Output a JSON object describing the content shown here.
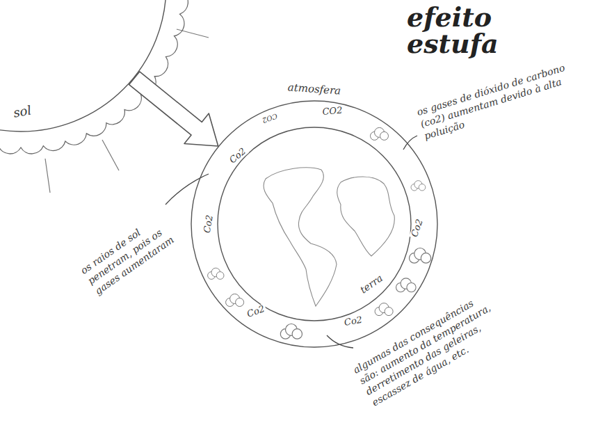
{
  "diagram": {
    "title": "efeito estufa",
    "nodes": [
      {
        "text": [
          "sol"
        ]
      },
      {
        "text": [
          "atmosfera"
        ]
      },
      {
        "text": [
          "terra"
        ],
        "in": 1
      }
    ],
    "edges": [
      {
        "from": 0,
        "to": 1,
        "arrow": "to"
      }
    ],
    "labels": [
      "CO2",
      "CO2",
      "Co2",
      "Co2",
      "Co2",
      "Co2",
      "Co2",
      "os gases de dióxido de carbono (co2) aumentam devido à alta poluição",
      "os raios de sol penetram, pois os gases aumentaram",
      "algumas das consequências são: aumento da temperatura, derretimento das geleiras, escassez de água, etc."
    ]
  }
}
